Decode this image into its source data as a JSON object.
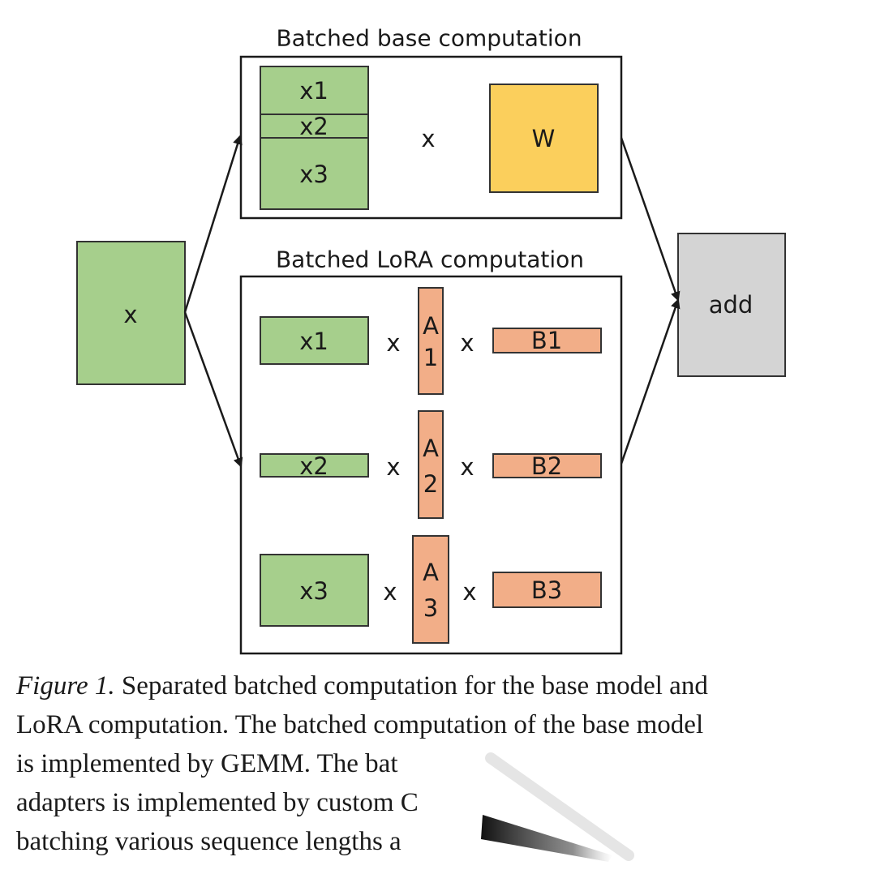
{
  "diagram": {
    "input": {
      "label": "x"
    },
    "base_group": {
      "title": "Batched base computation",
      "stack": [
        "x1",
        "x2",
        "x3"
      ],
      "operator": "x",
      "weight": "W"
    },
    "lora_group": {
      "title": "Batched LoRA computation",
      "rows": [
        {
          "x": "x1",
          "op1": "x",
          "a_top": "A",
          "a_bottom": "1",
          "op2": "x",
          "b": "B1"
        },
        {
          "x": "x2",
          "op1": "x",
          "a_top": "A",
          "a_bottom": "2",
          "op2": "x",
          "b": "B2"
        },
        {
          "x": "x3",
          "op1": "x",
          "a_top": "A",
          "a_bottom": "3",
          "op2": "x",
          "b": "B3"
        }
      ]
    },
    "output": {
      "label": "add"
    },
    "colors": {
      "input_matrix": "#a6cf8c",
      "base_weight": "#fbcf5c",
      "lora_adapter": "#f2ae88",
      "add_node": "#d4d4d4"
    }
  },
  "caption": {
    "figure_label": "Figure 1.",
    "line1_rest": " Separated batched computation for the base model and",
    "line2": "LoRA computation. The batched computation of the base model",
    "line3": "is implemented by GEMM. The bat",
    "line4": "adapters is implemented by custom C",
    "line5": "batching various sequence lengths a"
  }
}
